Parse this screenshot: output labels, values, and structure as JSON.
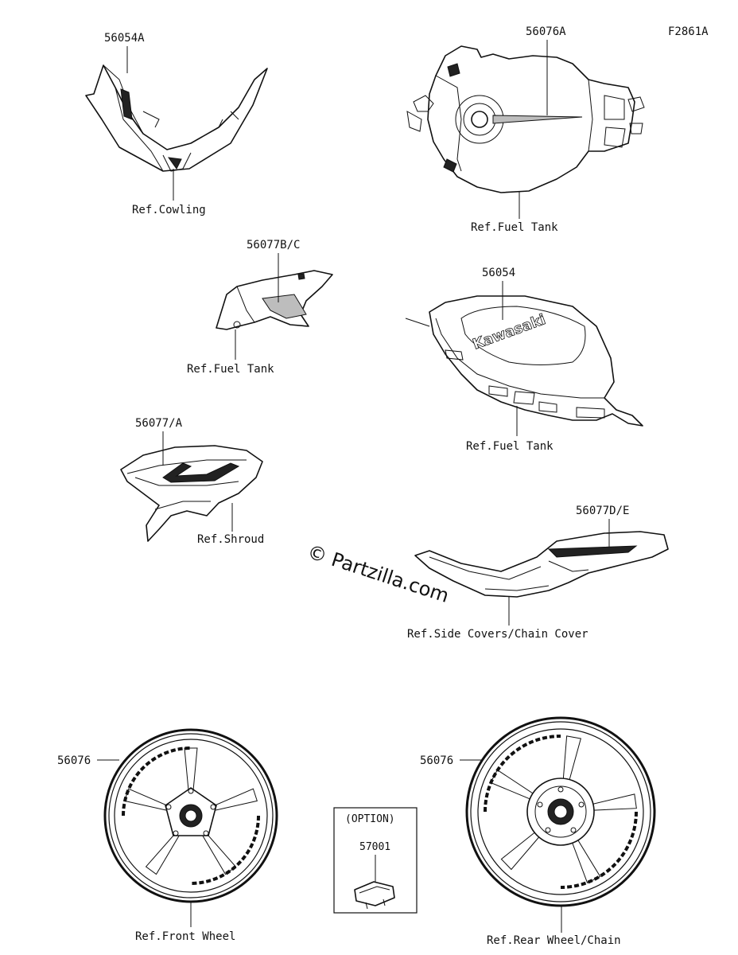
{
  "figure_id": "F2861A",
  "watermark": "© Partzilla.com",
  "callouts": {
    "p56054A": "56054A",
    "p56076A": "56076A",
    "p56077BC": "56077B/C",
    "p56054": "56054",
    "p56077A": "56077/A",
    "p56077DE": "56077D/E",
    "p56076_front": "56076",
    "p56076_rear": "56076",
    "p57001": "57001"
  },
  "option_label": "(OPTION)",
  "references": {
    "cowling": "Ref.Cowling",
    "fuel_tank_top": "Ref.Fuel Tank",
    "fuel_tank_side": "Ref.Fuel Tank",
    "fuel_tank_main": "Ref.Fuel Tank",
    "shroud": "Ref.Shroud",
    "side_covers": "Ref.Side Covers/Chain Cover",
    "front_wheel": "Ref.Front Wheel",
    "rear_wheel": "Ref.Rear Wheel/Chain"
  }
}
